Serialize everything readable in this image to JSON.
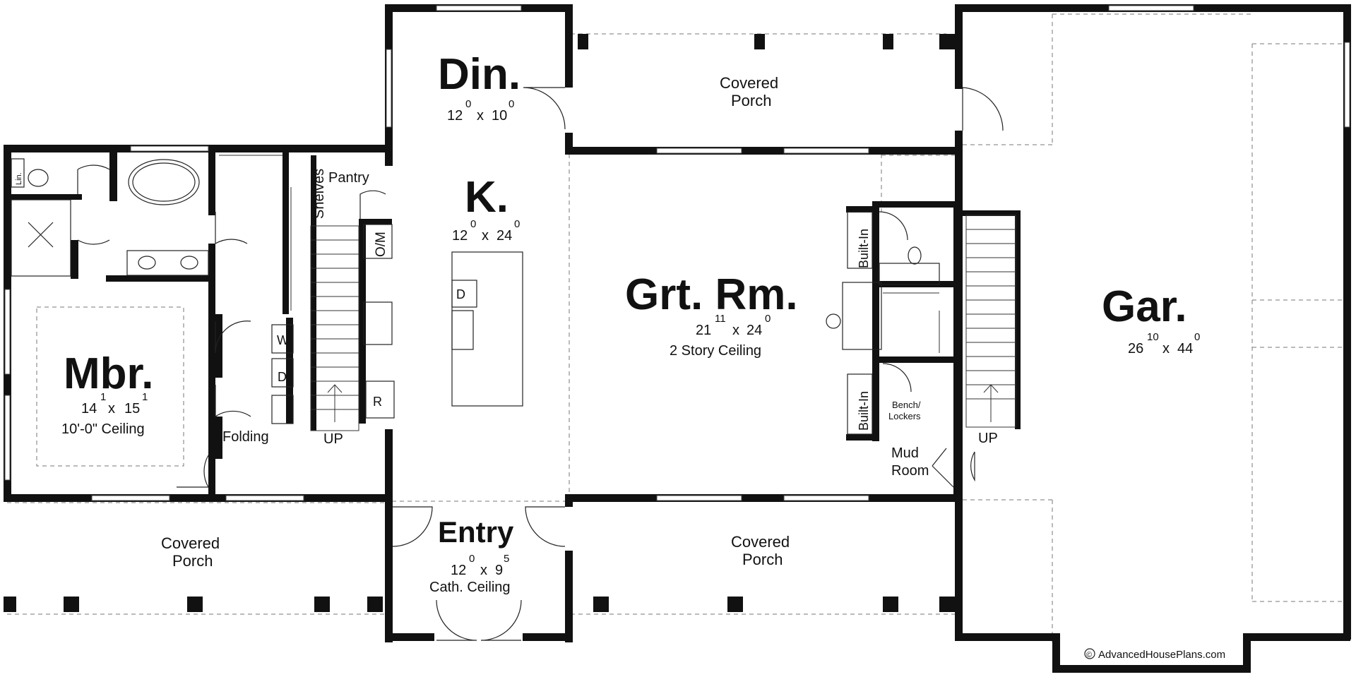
{
  "rooms": {
    "din": {
      "name": "Din.",
      "w_ft": "12",
      "w_in": "0",
      "h_ft": "10",
      "h_in": "0"
    },
    "k": {
      "name": "K.",
      "w_ft": "12",
      "w_in": "0",
      "h_ft": "24",
      "h_in": "0"
    },
    "grt": {
      "name": "Grt. Rm.",
      "w_ft": "21",
      "w_in": "11",
      "h_ft": "24",
      "h_in": "0",
      "note": "2 Story Ceiling"
    },
    "gar": {
      "name": "Gar.",
      "w_ft": "26",
      "w_in": "10",
      "h_ft": "44",
      "h_in": "0"
    },
    "mbr": {
      "name": "Mbr.",
      "w_ft": "14",
      "w_in": "1",
      "h_ft": "15",
      "h_in": "1",
      "note": "10'-0\" Ceiling"
    },
    "entry": {
      "name": "Entry",
      "w_ft": "12",
      "w_in": "0",
      "h_ft": "9",
      "h_in": "5",
      "note": "Cath. Ceiling"
    }
  },
  "porches": {
    "top": [
      "Covered",
      "Porch"
    ],
    "left": [
      "Covered",
      "Porch"
    ],
    "bottom": [
      "Covered",
      "Porch"
    ]
  },
  "labels": {
    "pantry": "Pantry",
    "shelves": "Shelves",
    "om": "O/M",
    "folding": "Folding",
    "up_left": "UP",
    "up_right": "UP",
    "washer": "W",
    "dryer": "D",
    "dishwasher": "D",
    "range": "R",
    "builtin_top": "Built-In",
    "builtin_bottom": "Built-In",
    "bench": "Bench/",
    "lockers": "Lockers",
    "mud1": "Mud",
    "mud2": "Room",
    "lin": "Lin.",
    "x_sep": "x"
  },
  "credit": {
    "symbol": "©",
    "text": "AdvancedHousePlans.com"
  }
}
